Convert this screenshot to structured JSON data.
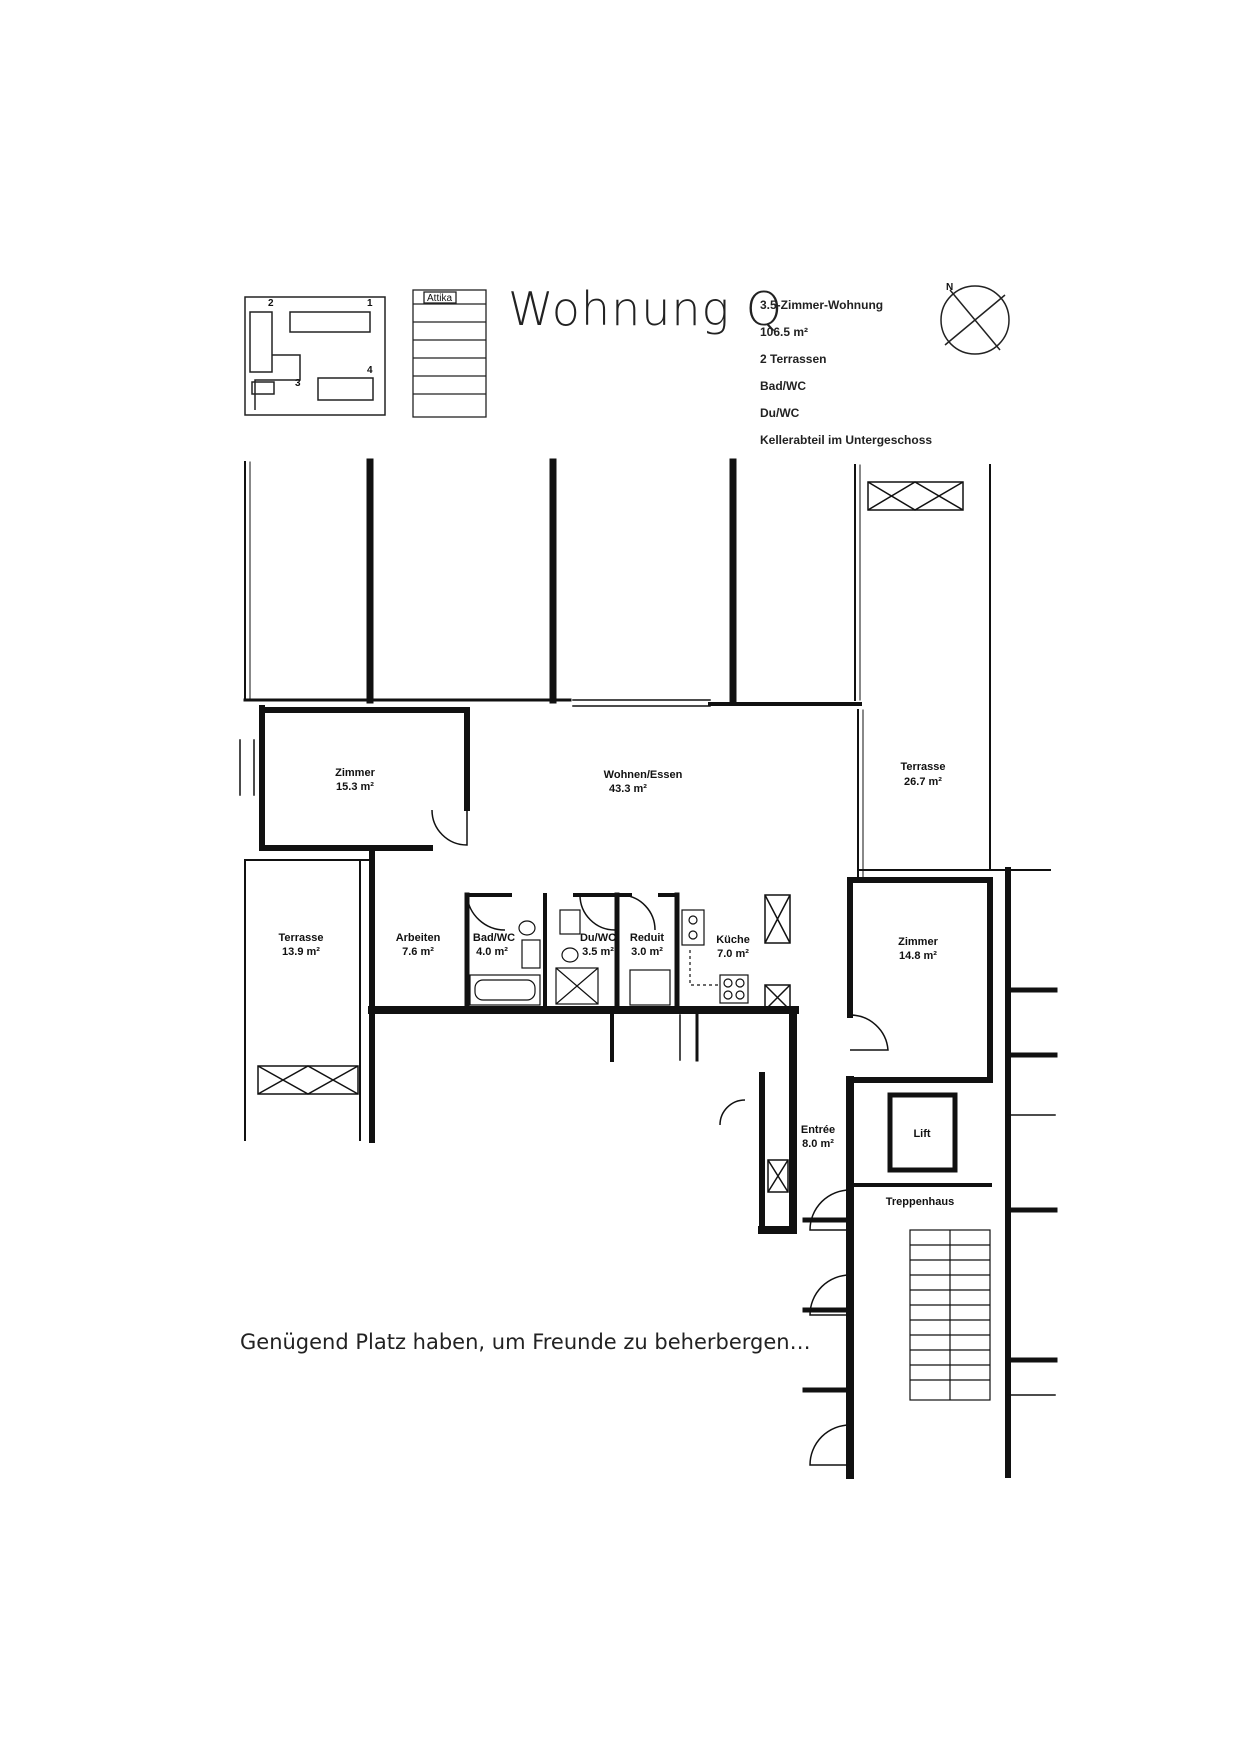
{
  "header": {
    "title": "Wohnung Q",
    "attika_label": "Attika",
    "key_numbers": [
      "1",
      "2",
      "3",
      "4"
    ],
    "north_label": "N",
    "info": [
      "3.5-Zimmer-Wohnung",
      "106.5 m²",
      "2 Terrassen",
      "Bad/WC",
      "Du/WC",
      "Kellerabteil im Untergeschoss"
    ]
  },
  "rooms": {
    "zimmer1": {
      "name": "Zimmer",
      "area": "15.3 m²"
    },
    "wohnen": {
      "name": "Wohnen/Essen",
      "area": "43.3 m²"
    },
    "terrasse_east": {
      "name": "Terrasse",
      "area": "26.7 m²"
    },
    "terrasse_west": {
      "name": "Terrasse",
      "area": "13.9 m²"
    },
    "arbeiten": {
      "name": "Arbeiten",
      "area": "7.6 m²"
    },
    "bad": {
      "name": "Bad/WC",
      "area": "4.0 m²"
    },
    "du": {
      "name": "Du/WC",
      "area": "3.5 m²"
    },
    "reduit": {
      "name": "Reduit",
      "area": "3.0 m²"
    },
    "kueche": {
      "name": "Küche",
      "area": "7.0 m²"
    },
    "zimmer2": {
      "name": "Zimmer",
      "area": "14.8 m²"
    },
    "entree": {
      "name": "Entrée",
      "area": "8.0 m²"
    },
    "lift": {
      "name": "Lift"
    },
    "treppenhaus": {
      "name": "Treppenhaus"
    }
  },
  "tagline": "Genügend Platz haben, um Freunde zu beherbergen…"
}
